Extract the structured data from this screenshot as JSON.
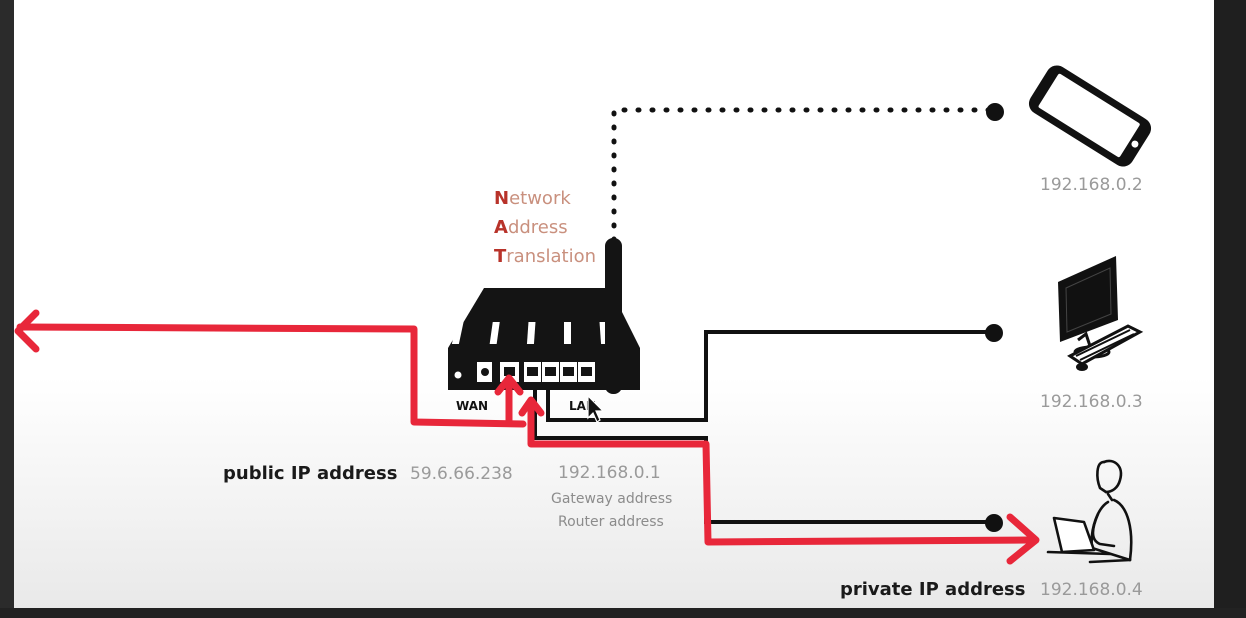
{
  "nat": {
    "line1": {
      "initial": "N",
      "rest": "etwork"
    },
    "line2": {
      "initial": "A",
      "rest": "ddress"
    },
    "line3": {
      "initial": "T",
      "rest": "ranslation"
    }
  },
  "router": {
    "wan_label": "WAN",
    "lan_label": "LAN",
    "icon": "router-icon"
  },
  "public": {
    "label": "public IP address",
    "ip": "59.6.66.238"
  },
  "gateway": {
    "ip": "192.168.0.1",
    "line1": "Gateway address",
    "line2": "Router address"
  },
  "devices": [
    {
      "icon": "smartphone-icon",
      "ip": "192.168.0.2"
    },
    {
      "icon": "desktop-computer-icon",
      "ip": "192.168.0.3"
    },
    {
      "icon": "laptop-user-icon",
      "ip": "192.168.0.4"
    }
  ],
  "private": {
    "label": "private IP address"
  },
  "colors": {
    "highlight": "#e8273a",
    "nat_initial": "#b8332a",
    "nat_text": "#c9907e",
    "ip_text": "#9a9a9a"
  }
}
